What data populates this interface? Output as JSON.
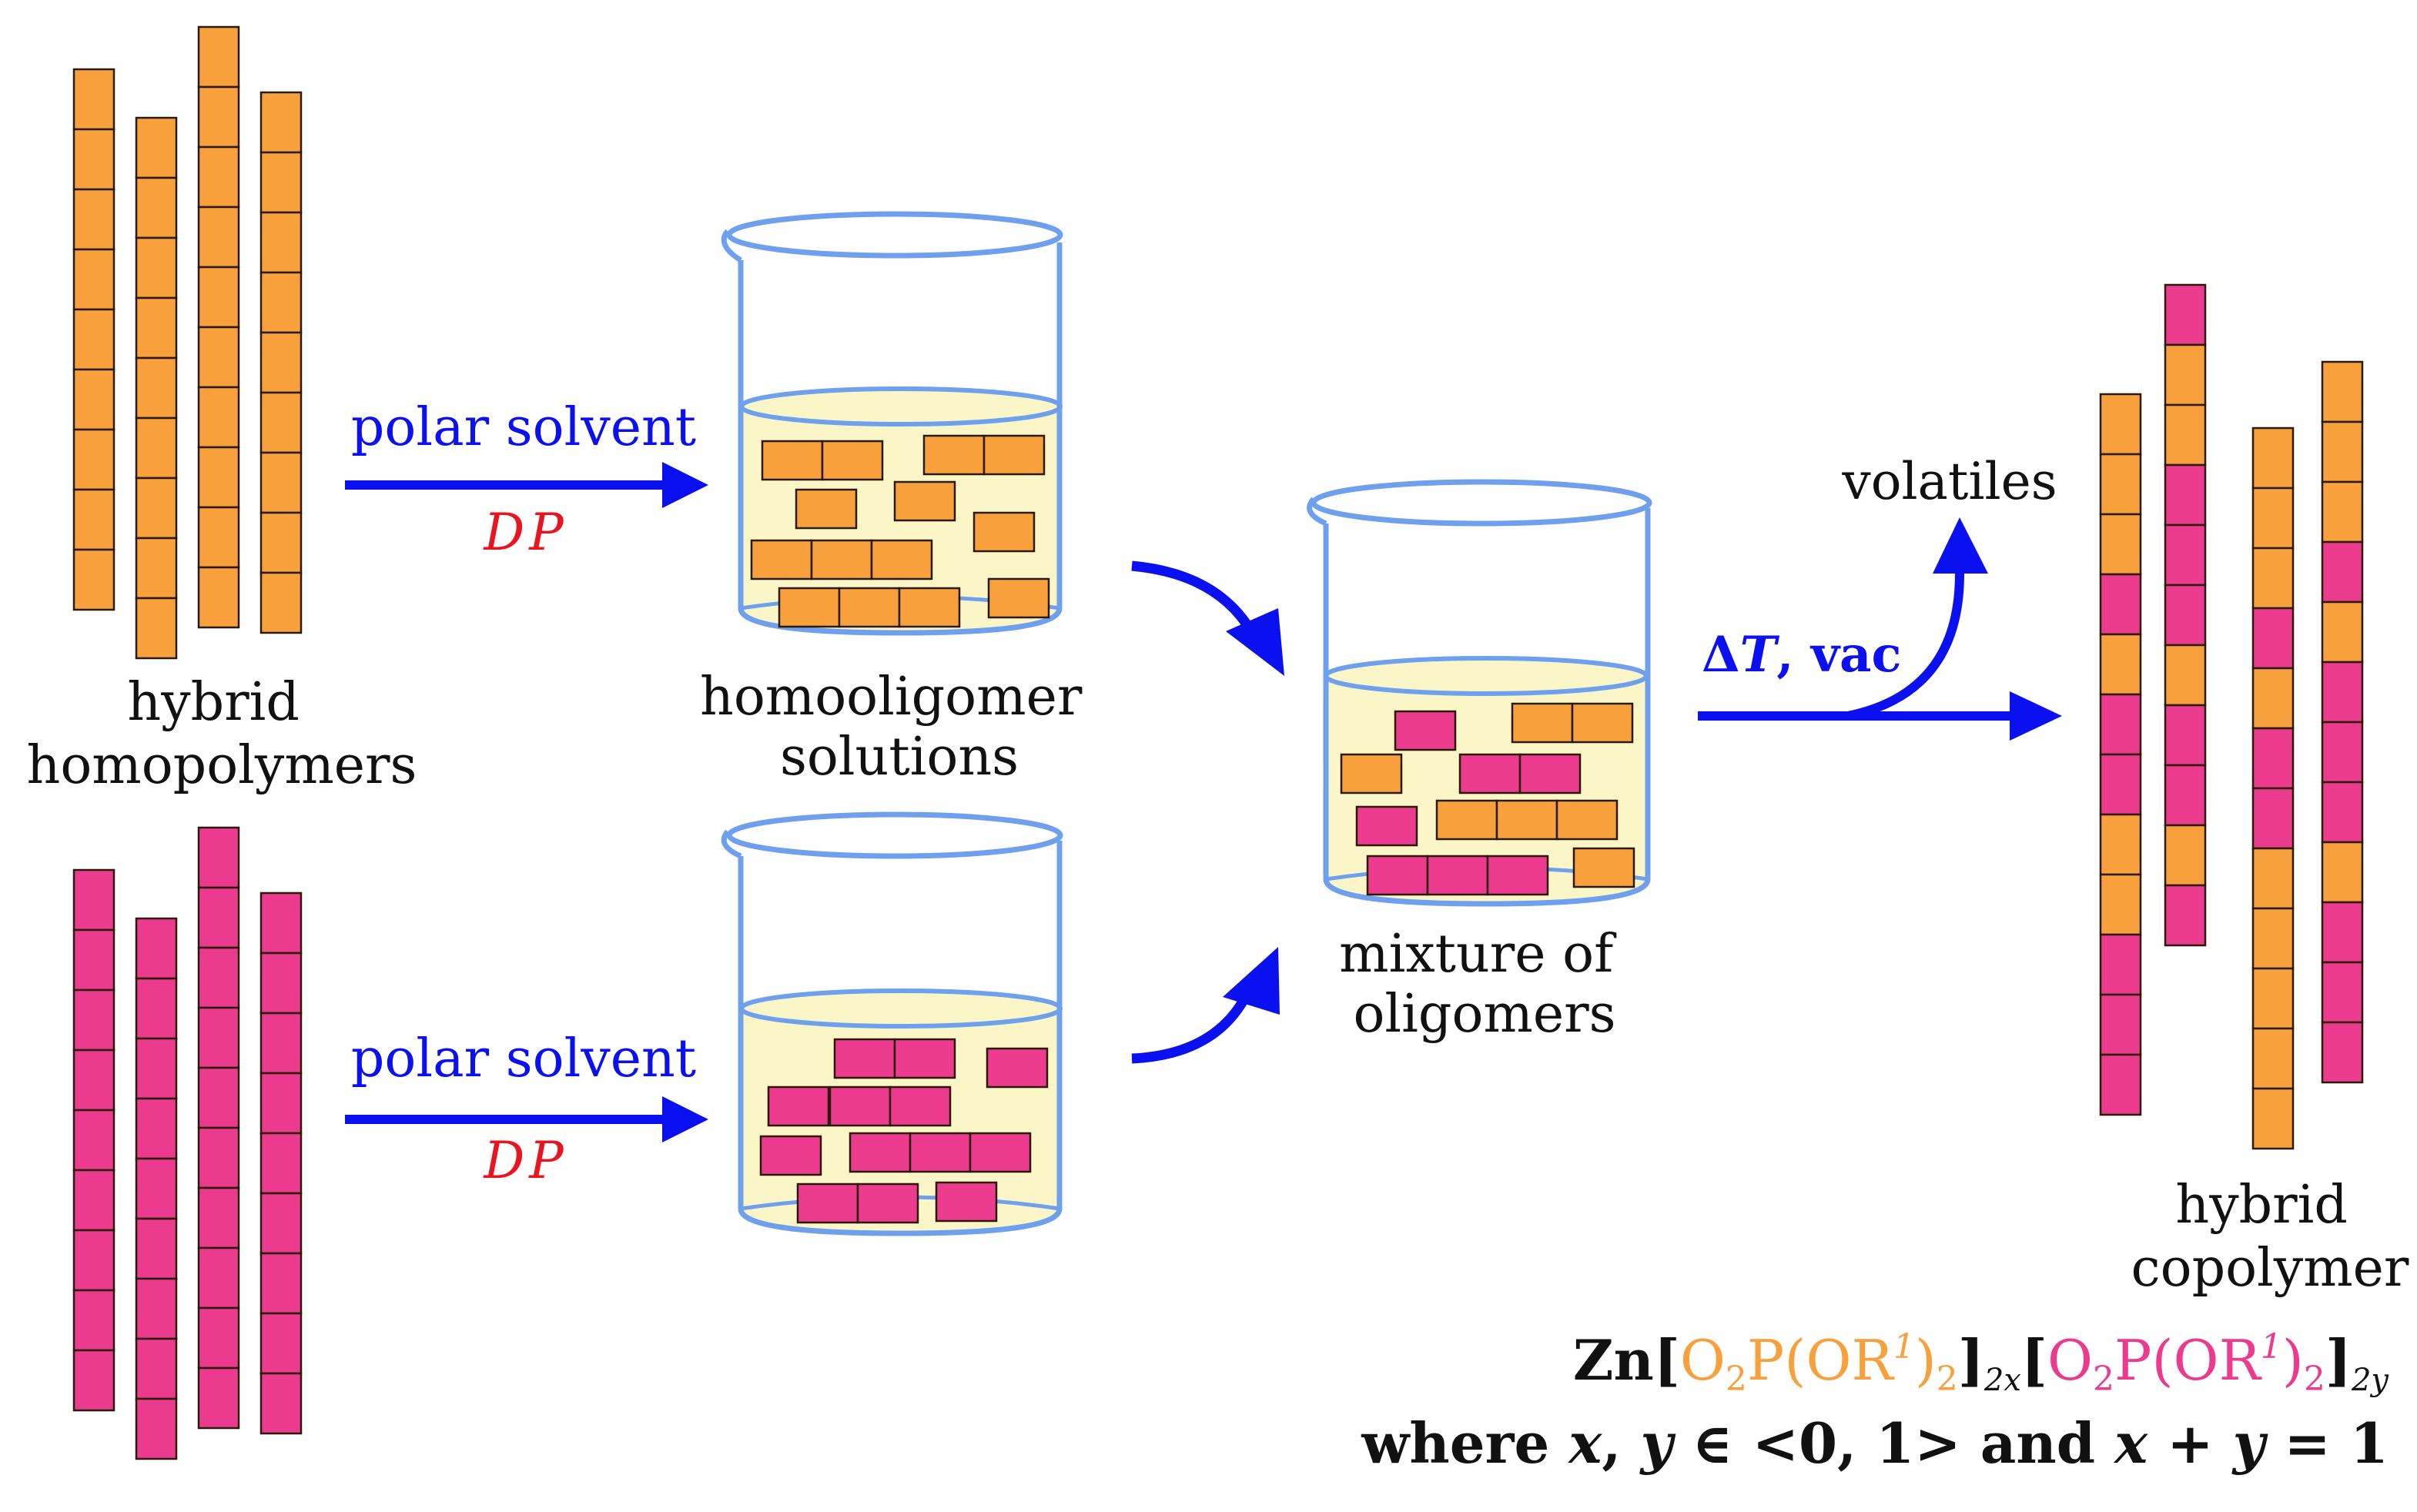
{
  "colors": {
    "orange": "#F7A03C",
    "pink": "#EC3A8E",
    "blue": "#0A10F0",
    "red": "#E8141E",
    "beaker_outline": "#6FA0EE",
    "liquid": "#FBF6C8",
    "block_stroke": "#2a1a0a"
  },
  "labels": {
    "hybrid_homopolymers": [
      "hybrid",
      "homopolymers"
    ],
    "polar_solvent_top": "polar solvent",
    "dp_top": "DP",
    "polar_solvent_bottom": "polar solvent",
    "dp_bottom": "DP",
    "homooligomer_solutions": [
      "homooligomer",
      "solutions"
    ],
    "mixture_of_oligomers": [
      "mixture of",
      "oligomers"
    ],
    "volatiles": "volatiles",
    "delta_t_vac": {
      "delta": "Δ",
      "t": "T",
      "rest": ", vac"
    },
    "hybrid_copolymer": [
      "hybrid",
      "copolymer"
    ]
  },
  "formula": {
    "zn": "Zn",
    "open1": "[",
    "g1_o": "O",
    "g1_o_sub": "2",
    "g1_p": "P(OR",
    "g1_sup": "1",
    "g1_close": ")",
    "g1_close_sub": "2",
    "close1": "]",
    "sub1": "2x",
    "open2": "[",
    "g2_o": "O",
    "g2_o_sub": "2",
    "g2_p": "P(OR",
    "g2_sup": "1",
    "g2_close": ")",
    "g2_close_sub": "2",
    "close2": "]",
    "sub2": "2y"
  },
  "condition": {
    "where": "where ",
    "x": "x",
    "comma": ", ",
    "y": "y",
    "in": " ∈ <0, 1> and ",
    "x2": "x",
    "plus": " + ",
    "y2": "y",
    "eq": " = 1"
  },
  "homopolymer_orange": [
    {
      "segments": 9
    },
    {
      "segments": 9
    },
    {
      "segments": 10
    },
    {
      "segments": 9
    }
  ],
  "homopolymer_pink": [
    {
      "segments": 9
    },
    {
      "segments": 9
    },
    {
      "segments": 10
    },
    {
      "segments": 9
    }
  ],
  "copolymer_chains": [
    [
      "O",
      "O",
      "O",
      "P",
      "O",
      "P",
      "P",
      "O",
      "O",
      "P",
      "P",
      "P"
    ],
    [
      "P",
      "O",
      "O",
      "P",
      "P",
      "P",
      "O",
      "P",
      "P",
      "O",
      "P"
    ],
    [
      "O",
      "O",
      "O",
      "P",
      "O",
      "P",
      "P",
      "O",
      "O",
      "O",
      "O",
      "O"
    ],
    [
      "O",
      "O",
      "O",
      "P",
      "O",
      "P",
      "P",
      "P",
      "O",
      "P",
      "P",
      "P"
    ]
  ]
}
